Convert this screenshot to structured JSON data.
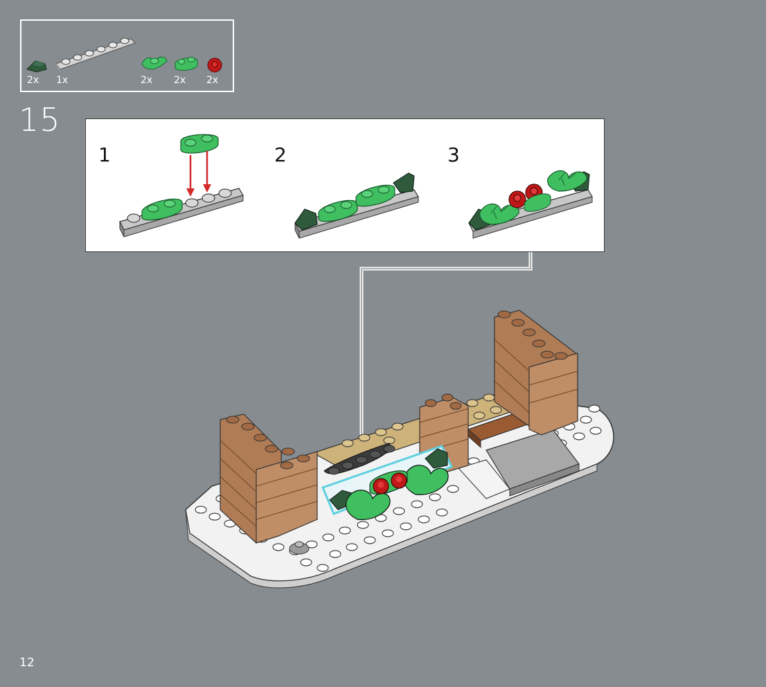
{
  "parts_list": {
    "items": [
      {
        "icon": "dark-green-slope-icon",
        "color": "#2f5a3c",
        "qty": "2x"
      },
      {
        "icon": "gray-plate-1x6-icon",
        "color": "#c8c8c8",
        "qty": "1x"
      },
      {
        "icon": "green-leaf-icon",
        "color": "#3fbf5f",
        "qty": "2x"
      },
      {
        "icon": "green-plate-1x2-icon",
        "color": "#3fbf5f",
        "qty": "2x"
      },
      {
        "icon": "red-flower-icon",
        "color": "#c01818",
        "qty": "2x"
      }
    ]
  },
  "step": {
    "number": "15"
  },
  "substeps": [
    {
      "label": "1"
    },
    {
      "label": "2"
    },
    {
      "label": "3"
    }
  ],
  "callout_color": "#5fd0e0",
  "page": {
    "number": "12"
  }
}
